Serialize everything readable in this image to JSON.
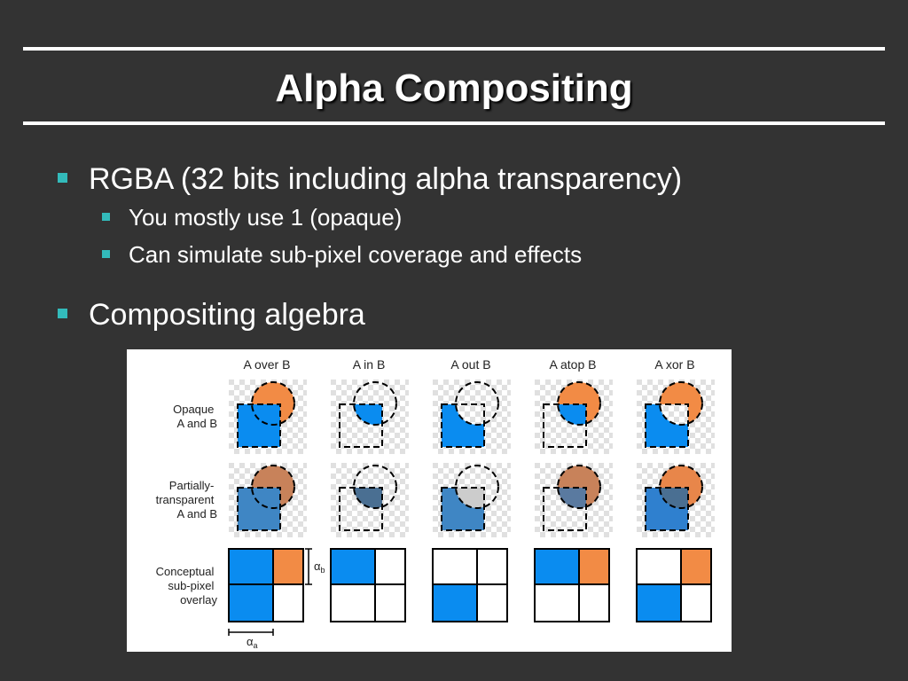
{
  "slide": {
    "title": "Alpha Compositing",
    "bullets": [
      {
        "text": "RGBA (32 bits including alpha transparency)",
        "sub": [
          "You mostly use 1 (opaque)",
          "Can simulate sub-pixel coverage and effects"
        ]
      },
      {
        "text": "Compositing algebra"
      }
    ]
  },
  "figure": {
    "columns": [
      "A over B",
      "A in B",
      "A out B",
      "A atop B",
      "A xor B"
    ],
    "rows": [
      [
        "Opaque",
        "A and B"
      ],
      [
        "Partially-",
        "transparent",
        "A and B"
      ],
      [
        "Conceptual",
        "sub-pixel",
        "overlay"
      ]
    ],
    "alpha_a": "α",
    "alpha_a_sub": "a",
    "alpha_b": "α",
    "alpha_b_sub": "b"
  },
  "colors": {
    "background": "#333333",
    "bullet": "#33bbbb",
    "blue": "#0a8cf0",
    "orange": "#f28b45",
    "blue_translucent": "#3f86c4",
    "orange_translucent": "#c8825a"
  }
}
